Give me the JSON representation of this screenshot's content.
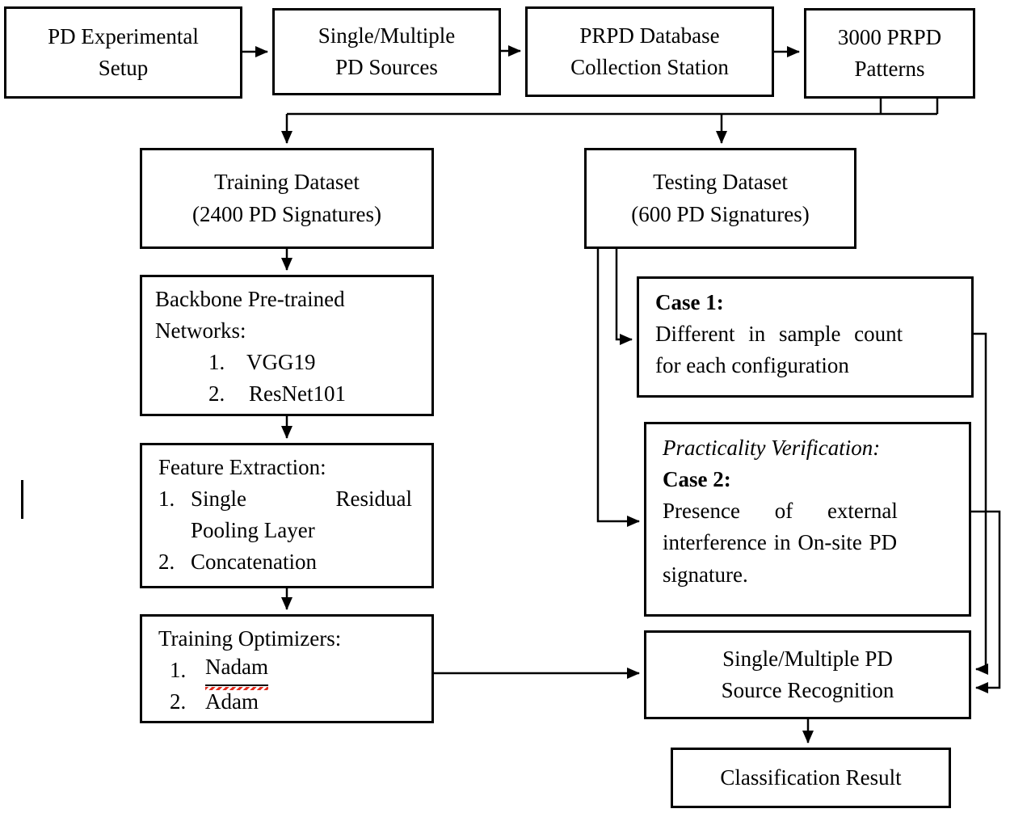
{
  "colors": {
    "box_border": "#000000",
    "background": "#ffffff",
    "spellcheck_underline": "#e02b1e"
  },
  "boxes": {
    "pd_setup": {
      "line1": "PD Experimental",
      "line2": "Setup"
    },
    "pd_sources": {
      "line1": "Single/Multiple",
      "line2": "PD Sources"
    },
    "prpd_station": {
      "line1": "PRPD Database",
      "line2": "Collection Station"
    },
    "prpd_patterns": {
      "line1": "3000 PRPD",
      "line2": "Patterns"
    },
    "training_dataset": {
      "line1": "Training Dataset",
      "line2": "(2400 PD Signatures)"
    },
    "testing_dataset": {
      "line1": "Testing Dataset",
      "line2": "(600 PD Signatures)"
    },
    "backbone": {
      "line1": "Backbone Pre-trained",
      "line2": "Networks:",
      "item1_num": "1.",
      "item1": "VGG19",
      "item2_num": "2.",
      "item2": "ResNet101"
    },
    "feature_extraction": {
      "line1": "Feature Extraction:",
      "item1_num": "1.",
      "item1_word1": "Single",
      "item1_word2": "Residual",
      "item1_cont": "Pooling Layer",
      "item2_num": "2.",
      "item2": "Concatenation"
    },
    "training_optimizers": {
      "line1": "Training Optimizers:",
      "item1_num": "1.",
      "item1": "Nadam",
      "item2_num": "2.",
      "item2": "Adam"
    },
    "case1": {
      "title": "Case 1:",
      "line1": "Different in sample count",
      "line2": "for each configuration"
    },
    "case2": {
      "subtitle": "Practicality Verification:",
      "title": "Case 2:",
      "line1": "Presence of external",
      "line2": "interference in On-site PD",
      "line3": "signature."
    },
    "recognition": {
      "line1": "Single/Multiple PD",
      "line2": "Source Recognition"
    },
    "classification": {
      "line1": "Classification Result"
    }
  }
}
